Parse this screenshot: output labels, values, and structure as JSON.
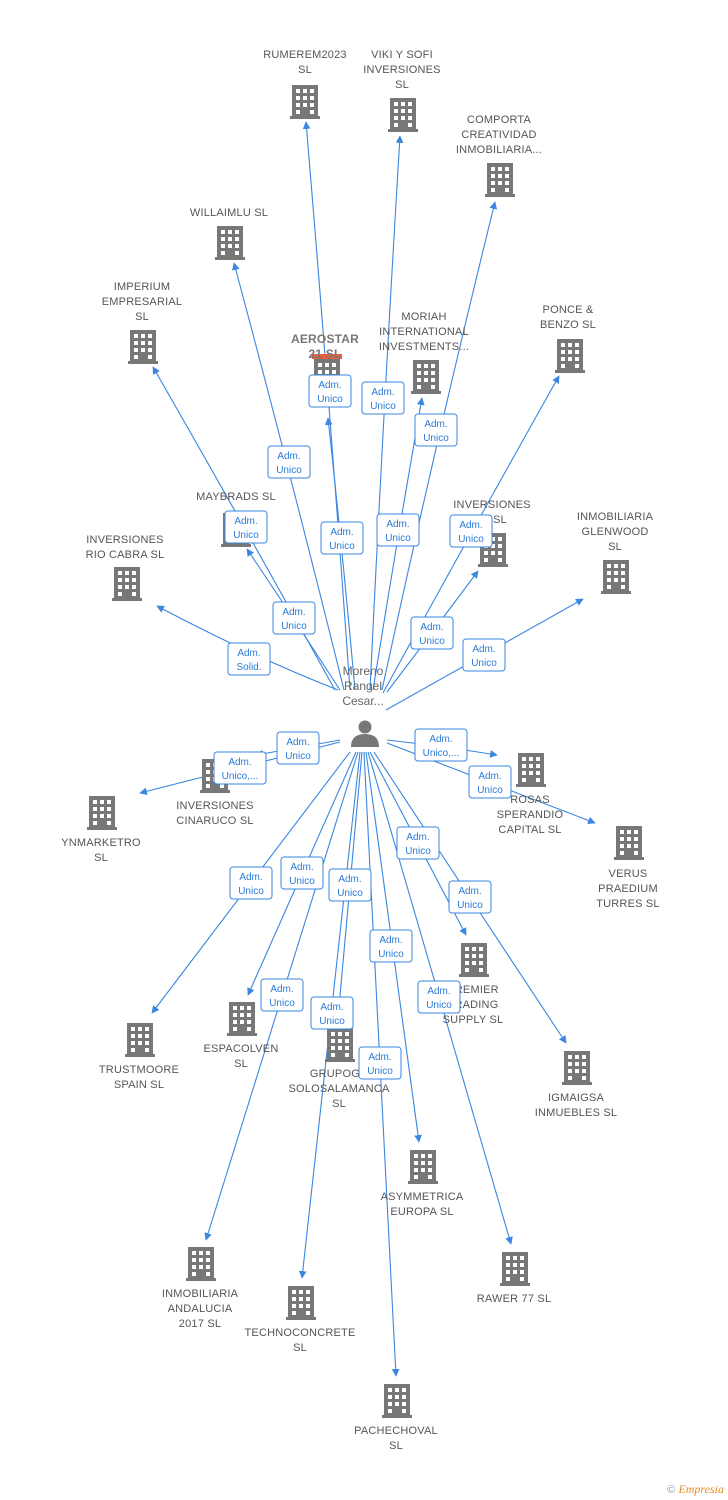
{
  "colors": {
    "edge": "#3a86e0",
    "building": "#777777",
    "main_accent": "#e8603c",
    "text": "#555555"
  },
  "center": {
    "lines": [
      "Moreno",
      "Rangel",
      "Cesar..."
    ],
    "icon": "person-icon"
  },
  "companies": [
    {
      "name": "rumerem2023",
      "label": [
        "RUMEREM2023",
        "SL"
      ],
      "role": [
        "Adm.",
        "Unico"
      ]
    },
    {
      "name": "viki-y-sofi",
      "label": [
        "VIKI Y SOFI",
        "INVERSIONES",
        "SL"
      ],
      "role": [
        "Adm.",
        "Unico"
      ]
    },
    {
      "name": "comporta",
      "label": [
        "COMPORTA",
        "CREATIVIDAD",
        "INMOBILIARIA..."
      ],
      "role": [
        "Adm.",
        "Unico"
      ]
    },
    {
      "name": "willaimlu",
      "label": [
        "WILLAIMLU  SL"
      ],
      "role": [
        "Adm.",
        "Unico"
      ]
    },
    {
      "name": "imperium",
      "label": [
        "IMPERIUM",
        "EMPRESARIAL",
        "SL"
      ],
      "role": [
        "Adm.",
        "Unico"
      ]
    },
    {
      "name": "aerostar",
      "label": [
        "AEROSTAR",
        "21  SL"
      ],
      "role": [
        "Adm.",
        "Unico"
      ],
      "main": true
    },
    {
      "name": "moriah",
      "label": [
        "MORIAH",
        "INTERNATIONAL",
        "INVESTMENTS..."
      ],
      "role": [
        "Adm.",
        "Unico"
      ]
    },
    {
      "name": "ponce-benzo",
      "label": [
        "PONCE &",
        "BENZO  SL"
      ],
      "role": [
        "Adm.",
        "Unico"
      ]
    },
    {
      "name": "maybrads",
      "label": [
        "MAYBRADS  SL"
      ],
      "role": [
        "Adm.",
        "Unico"
      ]
    },
    {
      "name": "inversiones-21",
      "label": [
        "INVERSIONES",
        "21  SL"
      ],
      "role": [
        "Adm.",
        "Unico"
      ]
    },
    {
      "name": "inversiones-rio-cabra",
      "label": [
        "INVERSIONES",
        "RIO CABRA  SL"
      ],
      "role": [
        "Adm.",
        "Solid."
      ]
    },
    {
      "name": "glenwood",
      "label": [
        "INMOBILIARIA",
        "GLENWOOD",
        "SL"
      ],
      "role": [
        "Adm.",
        "Unico"
      ]
    },
    {
      "name": "inversiones-cinaruco",
      "label": [
        "INVERSIONES",
        "CINARUCO  SL"
      ],
      "role": [
        "Adm.",
        "Unico"
      ]
    },
    {
      "name": "ynmarketro",
      "label": [
        "YNMARKETRO",
        "SL"
      ],
      "role": [
        "Adm.",
        "Unico,..."
      ]
    },
    {
      "name": "rosas-sperandio",
      "label": [
        "ROSAS",
        "SPERANDIO",
        "CAPITAL  SL"
      ],
      "role": [
        "Adm.",
        "Unico,..."
      ]
    },
    {
      "name": "verus",
      "label": [
        "VERUS",
        "PRAEDIUM",
        "TURRES  SL"
      ],
      "role": [
        "Adm.",
        "Unico"
      ]
    },
    {
      "name": "trustmoore",
      "label": [
        "TRUSTMOORE",
        "SPAIN  SL"
      ],
      "role": [
        "Adm.",
        "Unico"
      ]
    },
    {
      "name": "espacolven",
      "label": [
        "ESPACOLVEN",
        "SL"
      ],
      "role": [
        "Adm.",
        "Unico"
      ]
    },
    {
      "name": "grupogr",
      "label": [
        "GRUPOGR",
        "SOLOSALAMANCA",
        "SL"
      ],
      "role": [
        "Adm.",
        "Unico"
      ]
    },
    {
      "name": "premier",
      "label": [
        "PREMIER",
        "TRADING",
        "SUPPLY  SL"
      ],
      "role": [
        "Adm.",
        "Unico"
      ]
    },
    {
      "name": "igmaigsa",
      "label": [
        "IGMAIGSA",
        "INMUEBLES  SL"
      ],
      "role": [
        "Adm.",
        "Unico"
      ]
    },
    {
      "name": "asymmetrica",
      "label": [
        "ASYMMETRICA",
        "EUROPA  SL"
      ],
      "role": [
        "Adm.",
        "Unico"
      ]
    },
    {
      "name": "inmobiliaria-andalucia",
      "label": [
        "INMOBILIARIA",
        "ANDALUCIA",
        "2017  SL"
      ],
      "role": [
        "Adm.",
        "Unico"
      ]
    },
    {
      "name": "technoconcrete",
      "label": [
        "TECHNOCONCRETE",
        "SL"
      ],
      "role": [
        "Adm.",
        "Unico"
      ]
    },
    {
      "name": "rawer77",
      "label": [
        "RAWER 77  SL"
      ],
      "role": [
        "Adm.",
        "Unico"
      ]
    },
    {
      "name": "pachechoval",
      "label": [
        "PACHECHOVAL",
        "SL"
      ],
      "role": [
        "Adm.",
        "Unico"
      ]
    }
  ],
  "footer": {
    "copyright": "©",
    "brand": "Empresia"
  }
}
